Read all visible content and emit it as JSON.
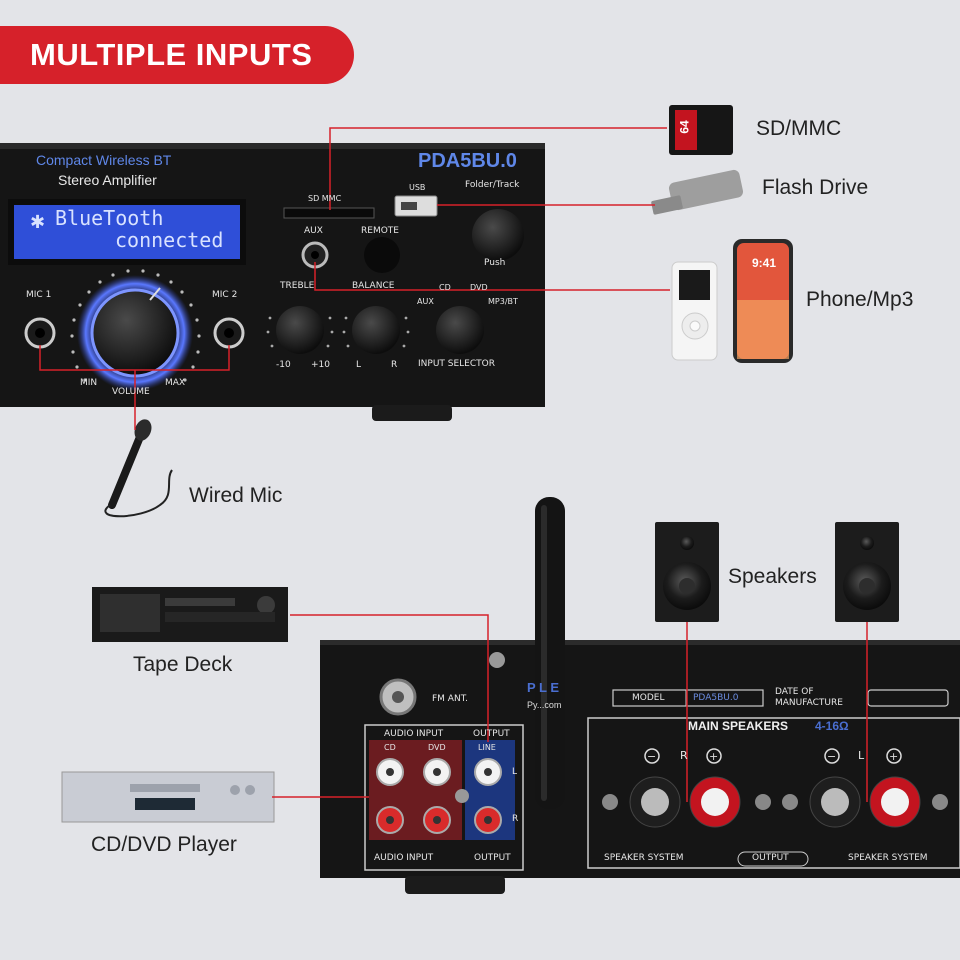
{
  "banner": {
    "title": "MULTIPLE INPUTS"
  },
  "front_panel": {
    "brand_line1": "Compact Wireless BT",
    "brand_line2": "Stereo Amplifier",
    "model": "PDA5BU.0",
    "lcd_line1": "BlueTooth",
    "lcd_line2": "connected",
    "sd_label": "SD MMC",
    "usb_label": "USB",
    "folder_label": "Folder/Track",
    "push_label": "Push",
    "aux_label": "AUX",
    "remote_label": "REMOTE",
    "mic1_label": "MIC 1",
    "mic2_label": "MIC 2",
    "min_label": "MIN",
    "max_label": "MAX",
    "volume_label": "VOLUME",
    "treble_label": "TREBLE",
    "treble_min": "-10",
    "treble_max": "+10",
    "balance_label": "BALANCE",
    "balance_l": "L",
    "balance_r": "R",
    "sel_aux": "AUX",
    "sel_cd": "CD",
    "sel_dvd": "DVD",
    "sel_mp3": "MP3/BT",
    "input_selector_label": "INPUT SELECTOR"
  },
  "rear_panel": {
    "fm_ant": "FM ANT.",
    "model_label": "MODEL",
    "model_value": "PDA5BU.0",
    "date_label_1": "DATE OF",
    "date_label_2": "MANUFACTURE",
    "main_speakers": "MAIN SPEAKERS",
    "impedance": "4-16Ω",
    "audio_input_top": "AUDIO INPUT",
    "output_top": "OUTPUT",
    "cd": "CD",
    "dvd": "DVD",
    "line": "LINE",
    "l": "L",
    "r": "R",
    "audio_input_bottom": "AUDIO INPUT",
    "output_bottom": "OUTPUT",
    "speaker_system_left": "SPEAKER SYSTEM",
    "output_center": "OUTPUT",
    "speaker_system_right": "SPEAKER SYSTEM",
    "spk_r": "R",
    "spk_l": "L",
    "brand_partial": "P L E",
    "domain_partial": "Py...com"
  },
  "callouts": {
    "sd": "SD/MMC",
    "flash": "Flash Drive",
    "phone": "Phone/Mp3",
    "mic": "Wired Mic",
    "tape": "Tape Deck",
    "speakers": "Speakers",
    "cddvd": "CD/DVD Player"
  },
  "devices": {
    "phone_time": "9:41",
    "sd_card_size": "64"
  },
  "colors": {
    "accent_red": "#d6212a",
    "connector_line": "#d6212a",
    "lcd_blue": "#2f4fd8",
    "volume_glow": "#4d6cff",
    "panel_black": "#141414"
  }
}
